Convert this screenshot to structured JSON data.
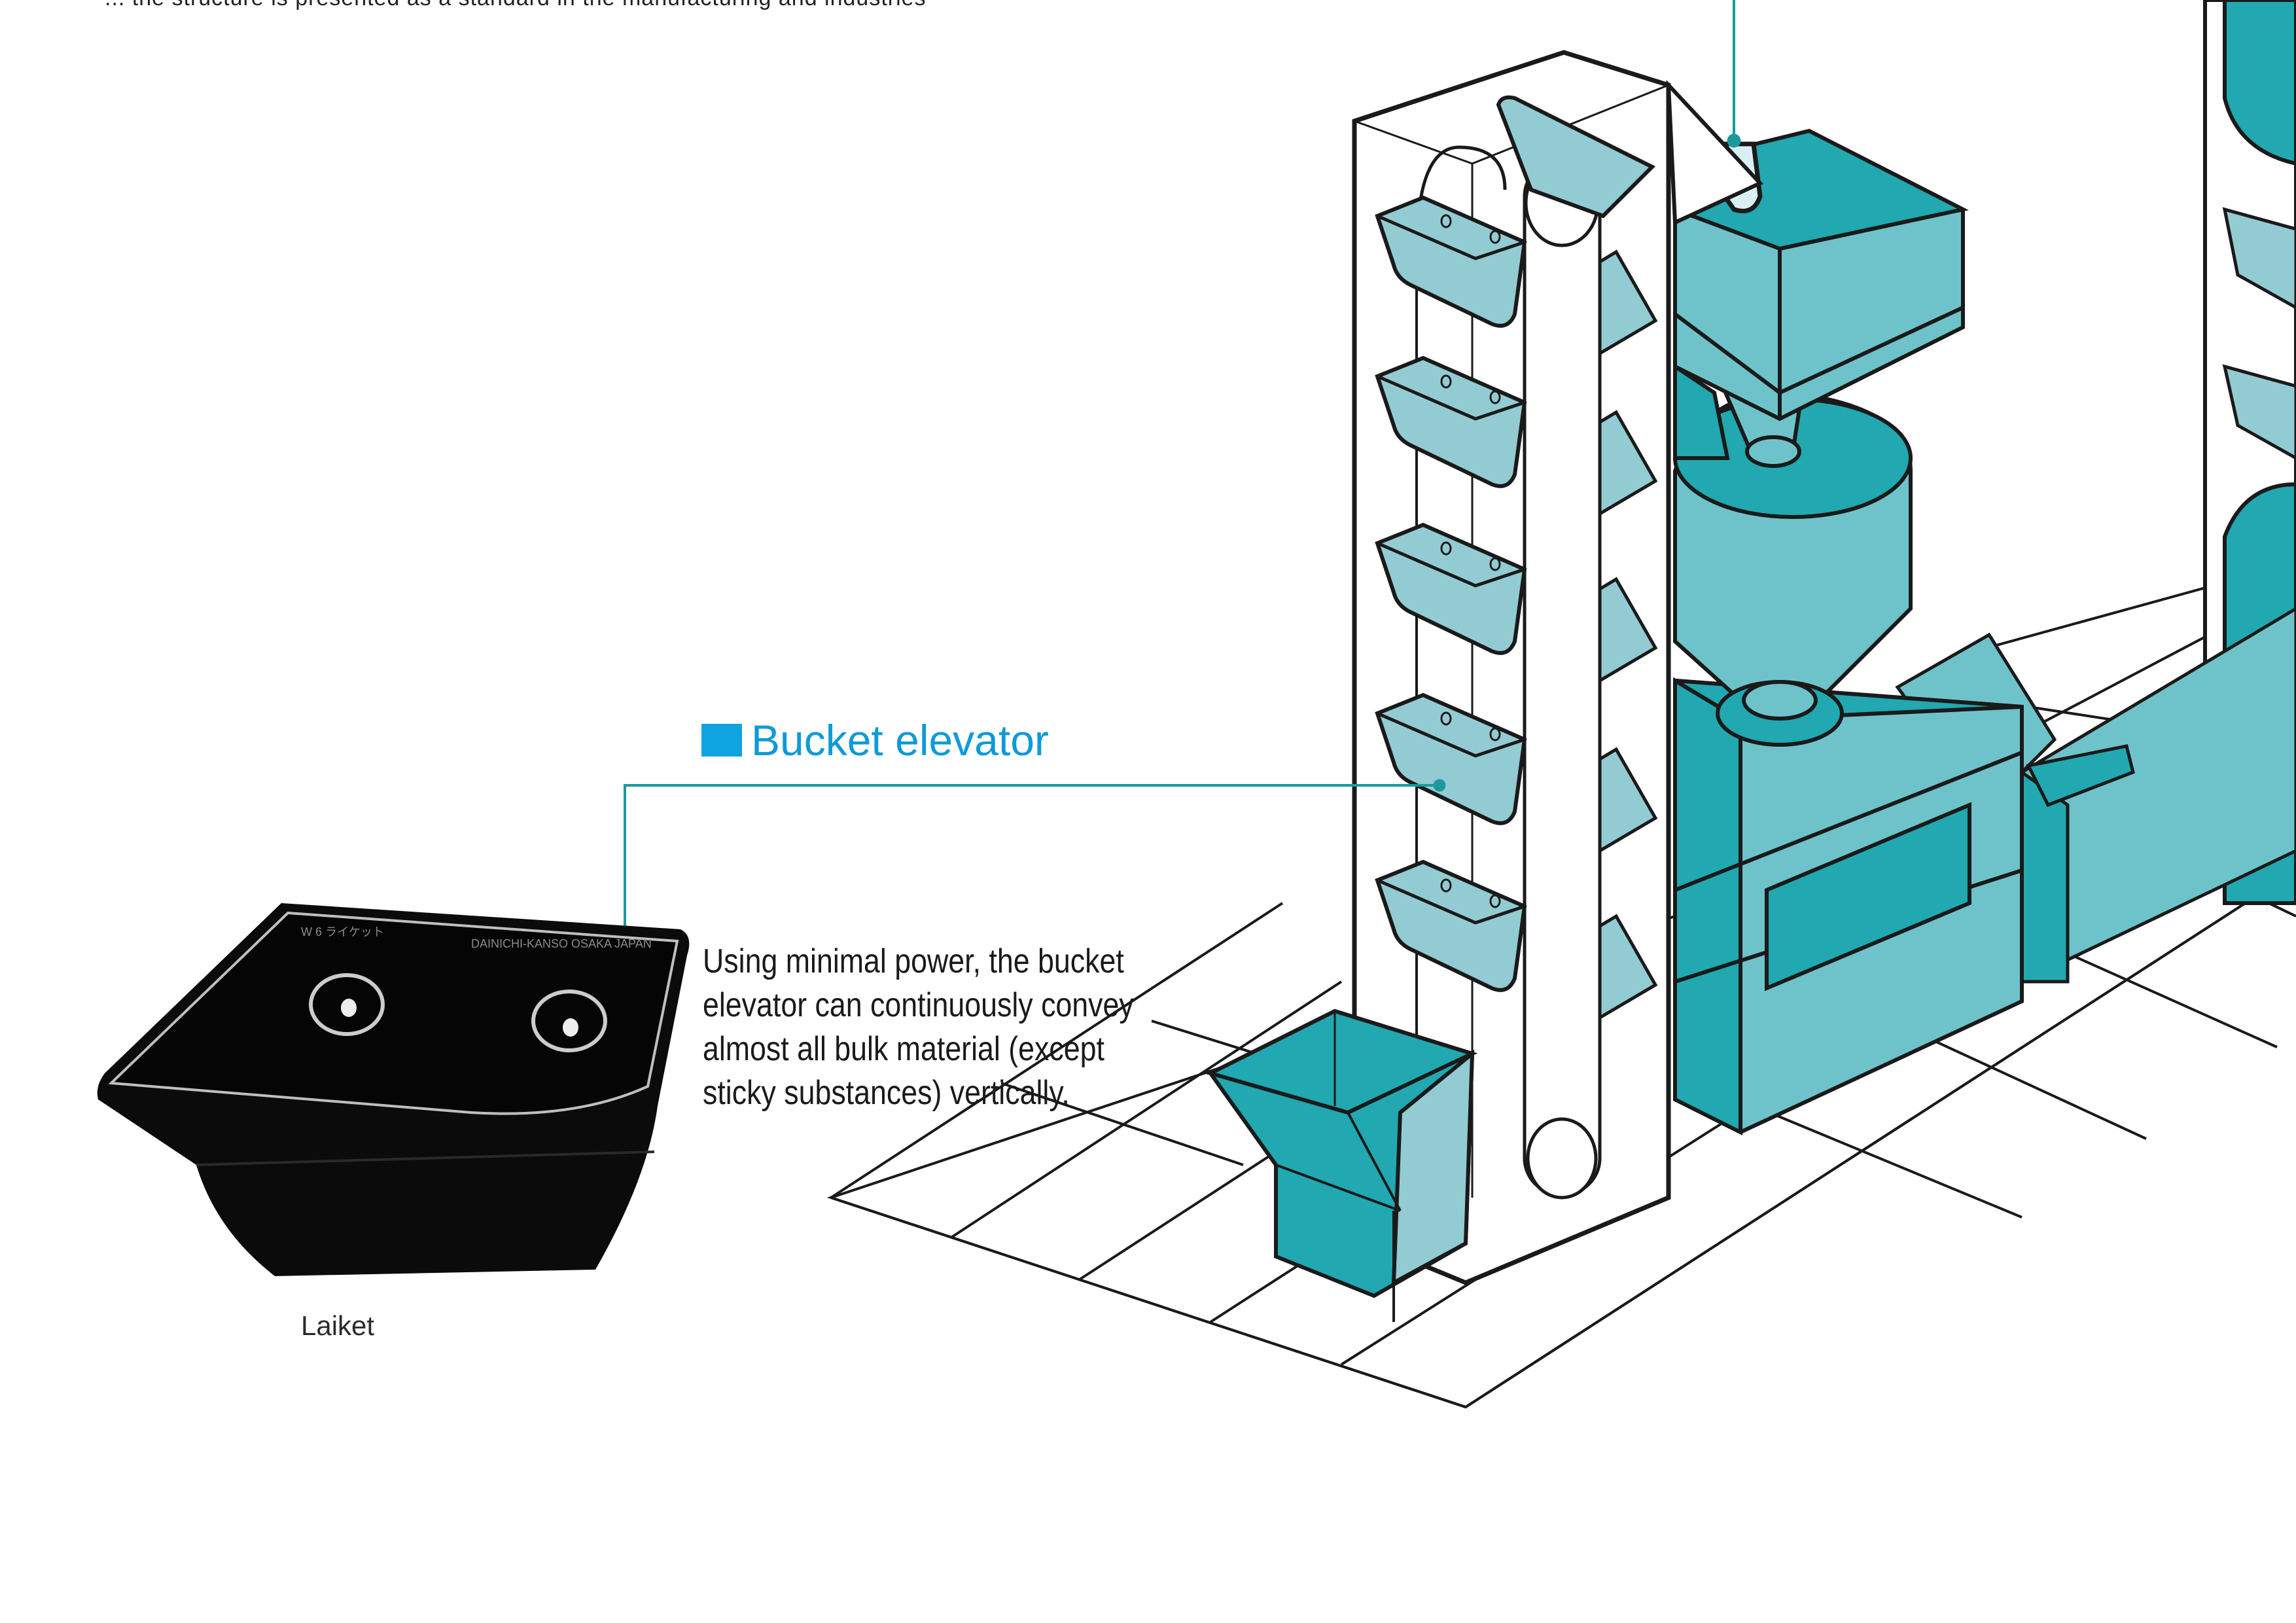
{
  "page": {
    "top_text_fragment": "... the structure is presented as a standard in the manufacturing and industries"
  },
  "section": {
    "title": "Bucket elevator",
    "accent_color": "#0fa3df"
  },
  "description": {
    "lines": [
      "Using minimal power, the bucket",
      "elevator can continuously convey",
      "almost all bulk material (except",
      "sticky substances) vertically."
    ]
  },
  "product_photo": {
    "caption": "Laiket",
    "imprint_text": "DAINICHI-KANSO OSAKA JAPAN",
    "imprint_model": "W 6 ライケット"
  },
  "diagram": {
    "colors": {
      "teal_dark": "#21a8b0",
      "teal_mid": "#6ec3ca",
      "teal_light": "#93cbd3",
      "outline": "#1a1a1a",
      "leader": "#1a9a9e"
    }
  }
}
